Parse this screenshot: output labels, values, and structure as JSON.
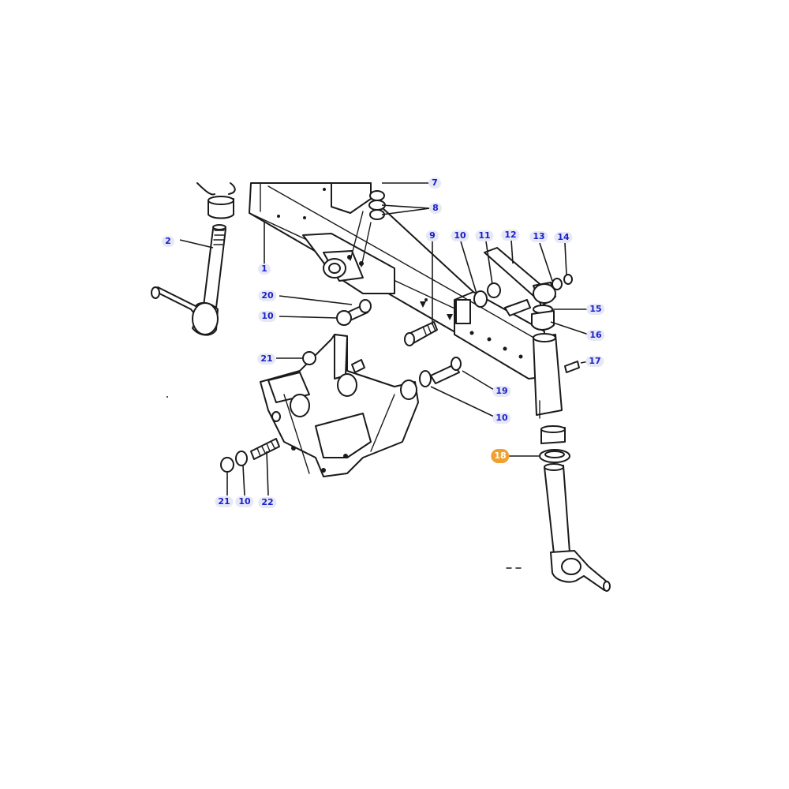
{
  "callouts": [
    {
      "id": "c1",
      "text": "1"
    },
    {
      "id": "c2",
      "text": "2"
    },
    {
      "id": "c7",
      "text": "7"
    },
    {
      "id": "c8",
      "text": "8"
    },
    {
      "id": "c9",
      "text": "9"
    },
    {
      "id": "c10a",
      "text": "10"
    },
    {
      "id": "c11",
      "text": "11"
    },
    {
      "id": "c12",
      "text": "12"
    },
    {
      "id": "c13",
      "text": "13"
    },
    {
      "id": "c14",
      "text": "14"
    },
    {
      "id": "c15",
      "text": "15"
    },
    {
      "id": "c16",
      "text": "16"
    },
    {
      "id": "c17",
      "text": "17"
    },
    {
      "id": "c18",
      "text": "18",
      "highlighted": true
    },
    {
      "id": "c19",
      "text": "19"
    },
    {
      "id": "c10b",
      "text": "10"
    },
    {
      "id": "c20",
      "text": "20"
    },
    {
      "id": "c10c",
      "text": "10"
    },
    {
      "id": "c21a",
      "text": "21"
    },
    {
      "id": "c21b",
      "text": "21"
    },
    {
      "id": "c10d",
      "text": "10"
    },
    {
      "id": "c22",
      "text": "22"
    }
  ],
  "colors": {
    "label_text": "#1a22c8",
    "label_bg": "#e6e8f6",
    "highlight": "#f0a030",
    "ink": "#1a1a1a"
  }
}
